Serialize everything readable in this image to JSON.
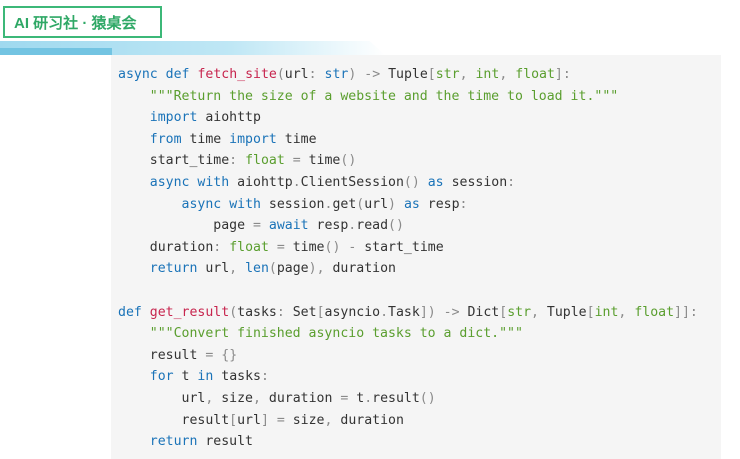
{
  "header": {
    "badge_text": "AI 研习社 · 猿桌会"
  },
  "colors": {
    "badge": "#3cb878",
    "stripe": "#9fd9ef",
    "keyword": "#1a73b8",
    "function": "#c7254e",
    "string": "#5a9e2e",
    "background": "#f5f5f5"
  },
  "code": {
    "language": "python",
    "lines": [
      [
        {
          "c": "k",
          "t": "async"
        },
        {
          "c": "",
          "t": " "
        },
        {
          "c": "k",
          "t": "def"
        },
        {
          "c": "",
          "t": " "
        },
        {
          "c": "f",
          "t": "fetch_site"
        },
        {
          "c": "p",
          "t": "("
        },
        {
          "c": "",
          "t": "url"
        },
        {
          "c": "p",
          "t": ":"
        },
        {
          "c": "",
          "t": " "
        },
        {
          "c": "k",
          "t": "str"
        },
        {
          "c": "p",
          "t": ")"
        },
        {
          "c": "",
          "t": " "
        },
        {
          "c": "o",
          "t": "->"
        },
        {
          "c": "",
          "t": " Tuple"
        },
        {
          "c": "p",
          "t": "["
        },
        {
          "c": "t",
          "t": "str"
        },
        {
          "c": "p",
          "t": ","
        },
        {
          "c": "",
          "t": " "
        },
        {
          "c": "t",
          "t": "int"
        },
        {
          "c": "p",
          "t": ","
        },
        {
          "c": "",
          "t": " "
        },
        {
          "c": "t",
          "t": "float"
        },
        {
          "c": "p",
          "t": "]:"
        }
      ],
      [
        {
          "c": "",
          "t": "    "
        },
        {
          "c": "s",
          "t": "\"\"\"Return the size of a website and the time to load it.\"\"\""
        }
      ],
      [
        {
          "c": "",
          "t": "    "
        },
        {
          "c": "k",
          "t": "import"
        },
        {
          "c": "",
          "t": " aiohttp"
        }
      ],
      [
        {
          "c": "",
          "t": "    "
        },
        {
          "c": "k",
          "t": "from"
        },
        {
          "c": "",
          "t": " time "
        },
        {
          "c": "k",
          "t": "import"
        },
        {
          "c": "",
          "t": " time"
        }
      ],
      [
        {
          "c": "",
          "t": "    start_time"
        },
        {
          "c": "p",
          "t": ":"
        },
        {
          "c": "",
          "t": " "
        },
        {
          "c": "t",
          "t": "float"
        },
        {
          "c": "",
          "t": " "
        },
        {
          "c": "o",
          "t": "="
        },
        {
          "c": "",
          "t": " time"
        },
        {
          "c": "p",
          "t": "()"
        }
      ],
      [
        {
          "c": "",
          "t": "    "
        },
        {
          "c": "k",
          "t": "async"
        },
        {
          "c": "",
          "t": " "
        },
        {
          "c": "k",
          "t": "with"
        },
        {
          "c": "",
          "t": " aiohttp"
        },
        {
          "c": "p",
          "t": "."
        },
        {
          "c": "",
          "t": "ClientSession"
        },
        {
          "c": "p",
          "t": "()"
        },
        {
          "c": "",
          "t": " "
        },
        {
          "c": "k",
          "t": "as"
        },
        {
          "c": "",
          "t": " session"
        },
        {
          "c": "p",
          "t": ":"
        }
      ],
      [
        {
          "c": "",
          "t": "        "
        },
        {
          "c": "k",
          "t": "async"
        },
        {
          "c": "",
          "t": " "
        },
        {
          "c": "k",
          "t": "with"
        },
        {
          "c": "",
          "t": " session"
        },
        {
          "c": "p",
          "t": "."
        },
        {
          "c": "",
          "t": "get"
        },
        {
          "c": "p",
          "t": "("
        },
        {
          "c": "",
          "t": "url"
        },
        {
          "c": "p",
          "t": ")"
        },
        {
          "c": "",
          "t": " "
        },
        {
          "c": "k",
          "t": "as"
        },
        {
          "c": "",
          "t": " resp"
        },
        {
          "c": "p",
          "t": ":"
        }
      ],
      [
        {
          "c": "",
          "t": "            page "
        },
        {
          "c": "o",
          "t": "="
        },
        {
          "c": "",
          "t": " "
        },
        {
          "c": "k",
          "t": "await"
        },
        {
          "c": "",
          "t": " resp"
        },
        {
          "c": "p",
          "t": "."
        },
        {
          "c": "",
          "t": "read"
        },
        {
          "c": "p",
          "t": "()"
        }
      ],
      [
        {
          "c": "",
          "t": "    duration"
        },
        {
          "c": "p",
          "t": ":"
        },
        {
          "c": "",
          "t": " "
        },
        {
          "c": "t",
          "t": "float"
        },
        {
          "c": "",
          "t": " "
        },
        {
          "c": "o",
          "t": "="
        },
        {
          "c": "",
          "t": " time"
        },
        {
          "c": "p",
          "t": "()"
        },
        {
          "c": "",
          "t": " "
        },
        {
          "c": "o",
          "t": "-"
        },
        {
          "c": "",
          "t": " start_time"
        }
      ],
      [
        {
          "c": "",
          "t": "    "
        },
        {
          "c": "k",
          "t": "return"
        },
        {
          "c": "",
          "t": " url"
        },
        {
          "c": "p",
          "t": ","
        },
        {
          "c": "",
          "t": " "
        },
        {
          "c": "k",
          "t": "len"
        },
        {
          "c": "p",
          "t": "("
        },
        {
          "c": "",
          "t": "page"
        },
        {
          "c": "p",
          "t": "),"
        },
        {
          "c": "",
          "t": " duration"
        }
      ],
      [
        {
          "c": "",
          "t": " "
        }
      ],
      [
        {
          "c": "k",
          "t": "def"
        },
        {
          "c": "",
          "t": " "
        },
        {
          "c": "f",
          "t": "get_result"
        },
        {
          "c": "p",
          "t": "("
        },
        {
          "c": "",
          "t": "tasks"
        },
        {
          "c": "p",
          "t": ":"
        },
        {
          "c": "",
          "t": " Set"
        },
        {
          "c": "p",
          "t": "["
        },
        {
          "c": "",
          "t": "asyncio"
        },
        {
          "c": "p",
          "t": "."
        },
        {
          "c": "",
          "t": "Task"
        },
        {
          "c": "p",
          "t": "])"
        },
        {
          "c": "",
          "t": " "
        },
        {
          "c": "o",
          "t": "->"
        },
        {
          "c": "",
          "t": " Dict"
        },
        {
          "c": "p",
          "t": "["
        },
        {
          "c": "t",
          "t": "str"
        },
        {
          "c": "p",
          "t": ","
        },
        {
          "c": "",
          "t": " Tuple"
        },
        {
          "c": "p",
          "t": "["
        },
        {
          "c": "t",
          "t": "int"
        },
        {
          "c": "p",
          "t": ","
        },
        {
          "c": "",
          "t": " "
        },
        {
          "c": "t",
          "t": "float"
        },
        {
          "c": "p",
          "t": "]]:"
        }
      ],
      [
        {
          "c": "",
          "t": "    "
        },
        {
          "c": "s",
          "t": "\"\"\"Convert finished asyncio tasks to a dict.\"\"\""
        }
      ],
      [
        {
          "c": "",
          "t": "    result "
        },
        {
          "c": "o",
          "t": "="
        },
        {
          "c": "",
          "t": " "
        },
        {
          "c": "p",
          "t": "{}"
        }
      ],
      [
        {
          "c": "",
          "t": "    "
        },
        {
          "c": "k",
          "t": "for"
        },
        {
          "c": "",
          "t": " t "
        },
        {
          "c": "k",
          "t": "in"
        },
        {
          "c": "",
          "t": " tasks"
        },
        {
          "c": "p",
          "t": ":"
        }
      ],
      [
        {
          "c": "",
          "t": "        url"
        },
        {
          "c": "p",
          "t": ","
        },
        {
          "c": "",
          "t": " size"
        },
        {
          "c": "p",
          "t": ","
        },
        {
          "c": "",
          "t": " duration "
        },
        {
          "c": "o",
          "t": "="
        },
        {
          "c": "",
          "t": " t"
        },
        {
          "c": "p",
          "t": "."
        },
        {
          "c": "",
          "t": "result"
        },
        {
          "c": "p",
          "t": "()"
        }
      ],
      [
        {
          "c": "",
          "t": "        result"
        },
        {
          "c": "p",
          "t": "["
        },
        {
          "c": "",
          "t": "url"
        },
        {
          "c": "p",
          "t": "]"
        },
        {
          "c": "",
          "t": " "
        },
        {
          "c": "o",
          "t": "="
        },
        {
          "c": "",
          "t": " size"
        },
        {
          "c": "p",
          "t": ","
        },
        {
          "c": "",
          "t": " duration"
        }
      ],
      [
        {
          "c": "",
          "t": "    "
        },
        {
          "c": "k",
          "t": "return"
        },
        {
          "c": "",
          "t": " result"
        }
      ]
    ]
  }
}
